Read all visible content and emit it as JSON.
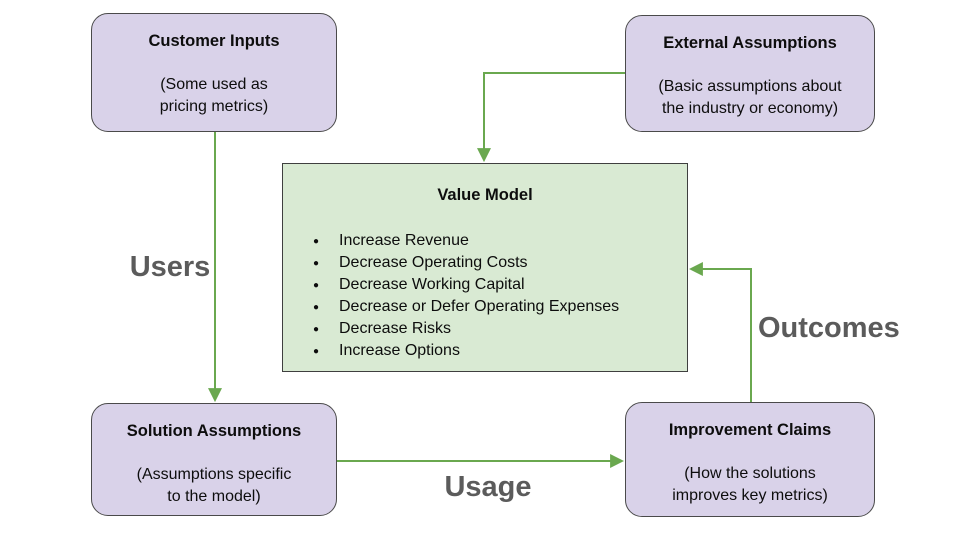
{
  "colors": {
    "box_purple_fill": "#d9d2e9",
    "box_green_fill": "#d9ead3",
    "box_border": "#3f3f3f",
    "arrow_green": "#6aa84f",
    "edge_label_gray": "#5b5b5b",
    "text_color": "#0d0d0d"
  },
  "boxes": {
    "customer_inputs": {
      "title": "Customer Inputs",
      "subtitle": "(Some used as\npricing metrics)"
    },
    "external_assumptions": {
      "title": "External Assumptions",
      "subtitle": "(Basic assumptions about\nthe industry or economy)"
    },
    "solution_assumptions": {
      "title": "Solution Assumptions",
      "subtitle": "(Assumptions specific\nto the model)"
    },
    "improvement_claims": {
      "title": "Improvement Claims",
      "subtitle": "(How the solutions\nimproves key metrics)"
    }
  },
  "value_model": {
    "title": "Value Model",
    "items": [
      "Increase Revenue",
      "Decrease Operating Costs",
      "Decrease Working Capital",
      "Decrease or Defer Operating Expenses",
      "Decrease Risks",
      "Increase Options"
    ]
  },
  "arrow_labels": {
    "users": "Users",
    "usage": "Usage",
    "outcomes": "Outcomes"
  }
}
